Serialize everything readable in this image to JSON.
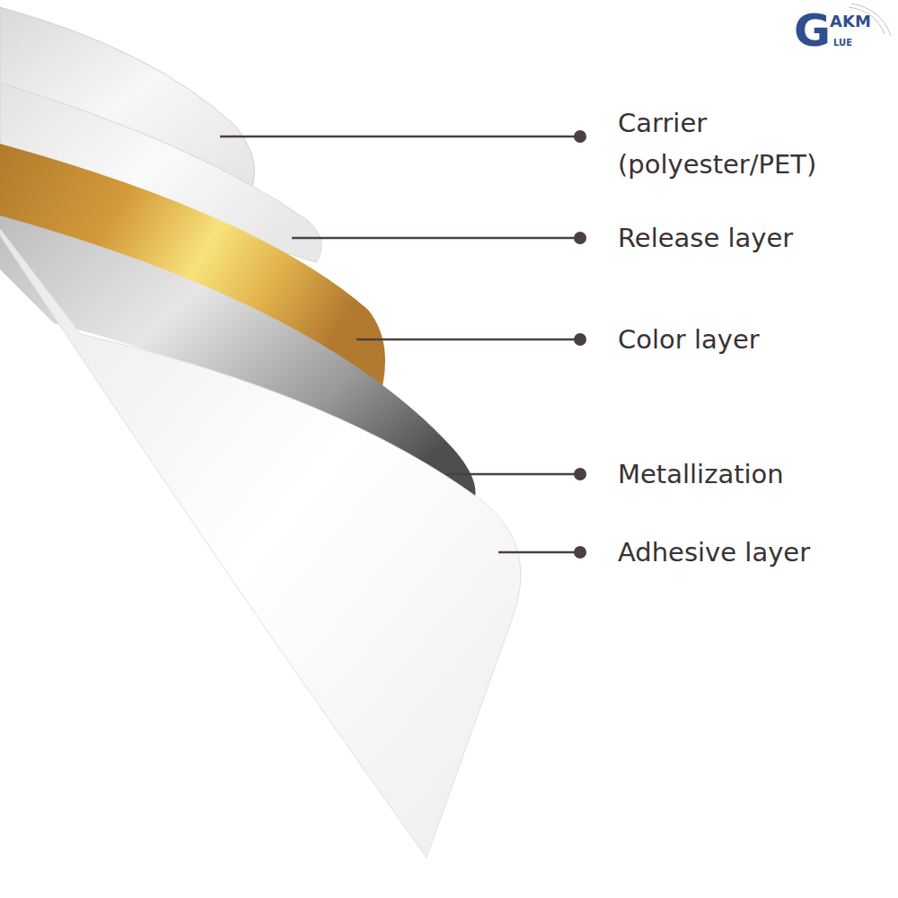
{
  "diagram": {
    "labels": [
      "Carrier (polyester/PET)",
      "Release layer",
      "Color layer",
      "Metallization",
      "Adhesive layer",
      "G",
      "AKM",
      "LUE"
    ]
  }
}
